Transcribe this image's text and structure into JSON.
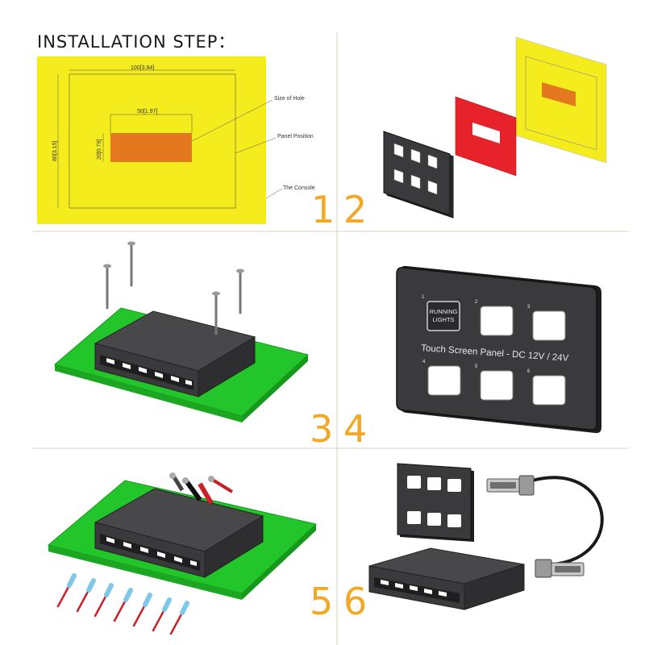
{
  "title": "INSTALLATION STEP：",
  "steps": [
    "1",
    "2",
    "3",
    "4",
    "5",
    "6"
  ],
  "step1": {
    "dim_width_outer": "100[3.94]",
    "dim_height_outer": "80[3.15]",
    "dim_width_hole": "50[1.97]",
    "dim_height_hole": "20[0.79]",
    "label_hole": "Size of Hole",
    "label_panel": "Panel Position",
    "label_console": "The Console"
  },
  "panel": {
    "running_lights": [
      "RUNNING",
      "LIGHTS"
    ],
    "caption": "Touch Screen Panel - DC 12V / 24V",
    "button_numbers": [
      "1",
      "2",
      "3",
      "4",
      "5",
      "6"
    ]
  },
  "colors": {
    "yellow": "#f4ec1c",
    "orange": "#e3781e",
    "red": "#e8222a",
    "green": "#22c52a",
    "panel_dark": "#3a3a3c",
    "step_number": "#f2a825"
  },
  "icons": [
    "screw-icon",
    "terminal-icon",
    "serial-connector-icon",
    "cable-icon"
  ]
}
